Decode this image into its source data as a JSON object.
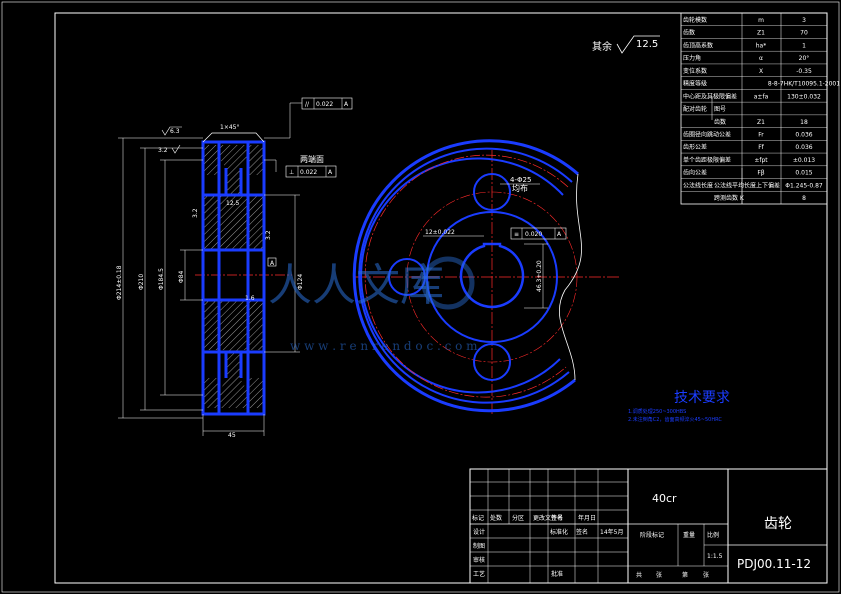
{
  "params_table": {
    "rows": [
      {
        "name": "齿轮模数",
        "sym": "m",
        "val": "3"
      },
      {
        "name": "齿数",
        "sym": "Z1",
        "val": "70"
      },
      {
        "name": "齿顶高系数",
        "sym": "ha*",
        "val": "1"
      },
      {
        "name": "压力角",
        "sym": "α",
        "val": "20°"
      },
      {
        "name": "变位系数",
        "sym": "X",
        "val": "-0.35"
      },
      {
        "name": "精度等级",
        "sym": "",
        "val": "8-8-7HK/T10095.1-2001"
      },
      {
        "name": "中心距及其极限偏差",
        "sym": "a±fa",
        "val": "130±0.032"
      },
      {
        "name": "配对齿轮",
        "sub": "图号",
        "sym": "",
        "val": ""
      },
      {
        "name": "",
        "sub": "齿数",
        "sym": "Z1",
        "val": "18"
      },
      {
        "name": "齿圈径向跳动公差",
        "sym": "Fr",
        "val": "0.036"
      },
      {
        "name": "齿形公差",
        "sym": "Ff",
        "val": "0.036"
      },
      {
        "name": "单个齿距极限偏差",
        "sym": "±fpt",
        "val": "±0.013"
      },
      {
        "name": "齿向公差",
        "sym": "Fβ",
        "val": "0.015"
      },
      {
        "name": "公法线长度",
        "sub": "公法线平均长度上下偏差",
        "sym": "",
        "val": "Φ1.245-0.87"
      },
      {
        "name": "",
        "sub": "跨测齿数 K",
        "sym": "",
        "val": "8"
      }
    ]
  },
  "roughness_note": {
    "label": "其余",
    "value": "12.5"
  },
  "section_view": {
    "chamfer": "1×45°",
    "roughness_top": "6.3",
    "roughness_left": "3.2",
    "tol_parallel": {
      "sym": "//",
      "val": "0.022",
      "ref": "A"
    },
    "tol_perp": {
      "sym": "⊥",
      "val": "0.022",
      "ref": "A"
    },
    "both_faces": "两端面",
    "dim_od": "Φ214±0.18",
    "dim_root": "Φ210",
    "dim_hub": "Φ184.5",
    "dim_bore": "Φ84",
    "dim_web": "Φ124",
    "dim_rim": "12.5",
    "dim_width": "45",
    "rough_inner1": "3.2",
    "rough_inner2": "3.2",
    "rough_inner3": "1.6",
    "datum": "A"
  },
  "front_view": {
    "holes_note_1": "4-Φ25",
    "holes_note_2": "均布",
    "keyway_width": "12±0.022",
    "sym_tol": {
      "sym": "≡",
      "val": "0.020",
      "ref": "A"
    },
    "keyway_depth": "46.3+0.20"
  },
  "tech_req": {
    "title": "技术要求",
    "line1": "1.调质处理250~300HBS",
    "line2": "2.未注倒角C2，齿面高频淬火45~50HRC"
  },
  "watermark": {
    "text": "人人文库",
    "url": "w w w . r e n r e n d o c . c o m"
  },
  "title_block": {
    "material": "40cr",
    "name": "齿轮",
    "drawing_no": "PDJ00.11-12",
    "scale": "1:1.5",
    "headers": [
      "标记",
      "处数",
      "分区",
      "更改文件号",
      "签名",
      "年月日"
    ],
    "row_labels": [
      "设计",
      "制图",
      "审核",
      "工艺"
    ],
    "std": "标准化",
    "date": "14年5月",
    "sign": "签名",
    "approve": "批准",
    "stage": "阶段标记",
    "weight": "重量",
    "ratio": "比例",
    "total": "共",
    "sheet": "张",
    "page": "第",
    "page_sheet": "张"
  },
  "colors": {
    "outline": "#ffffff",
    "part": "#1a3cff",
    "center": "#ff2a2a",
    "dim": "#ffffff"
  }
}
